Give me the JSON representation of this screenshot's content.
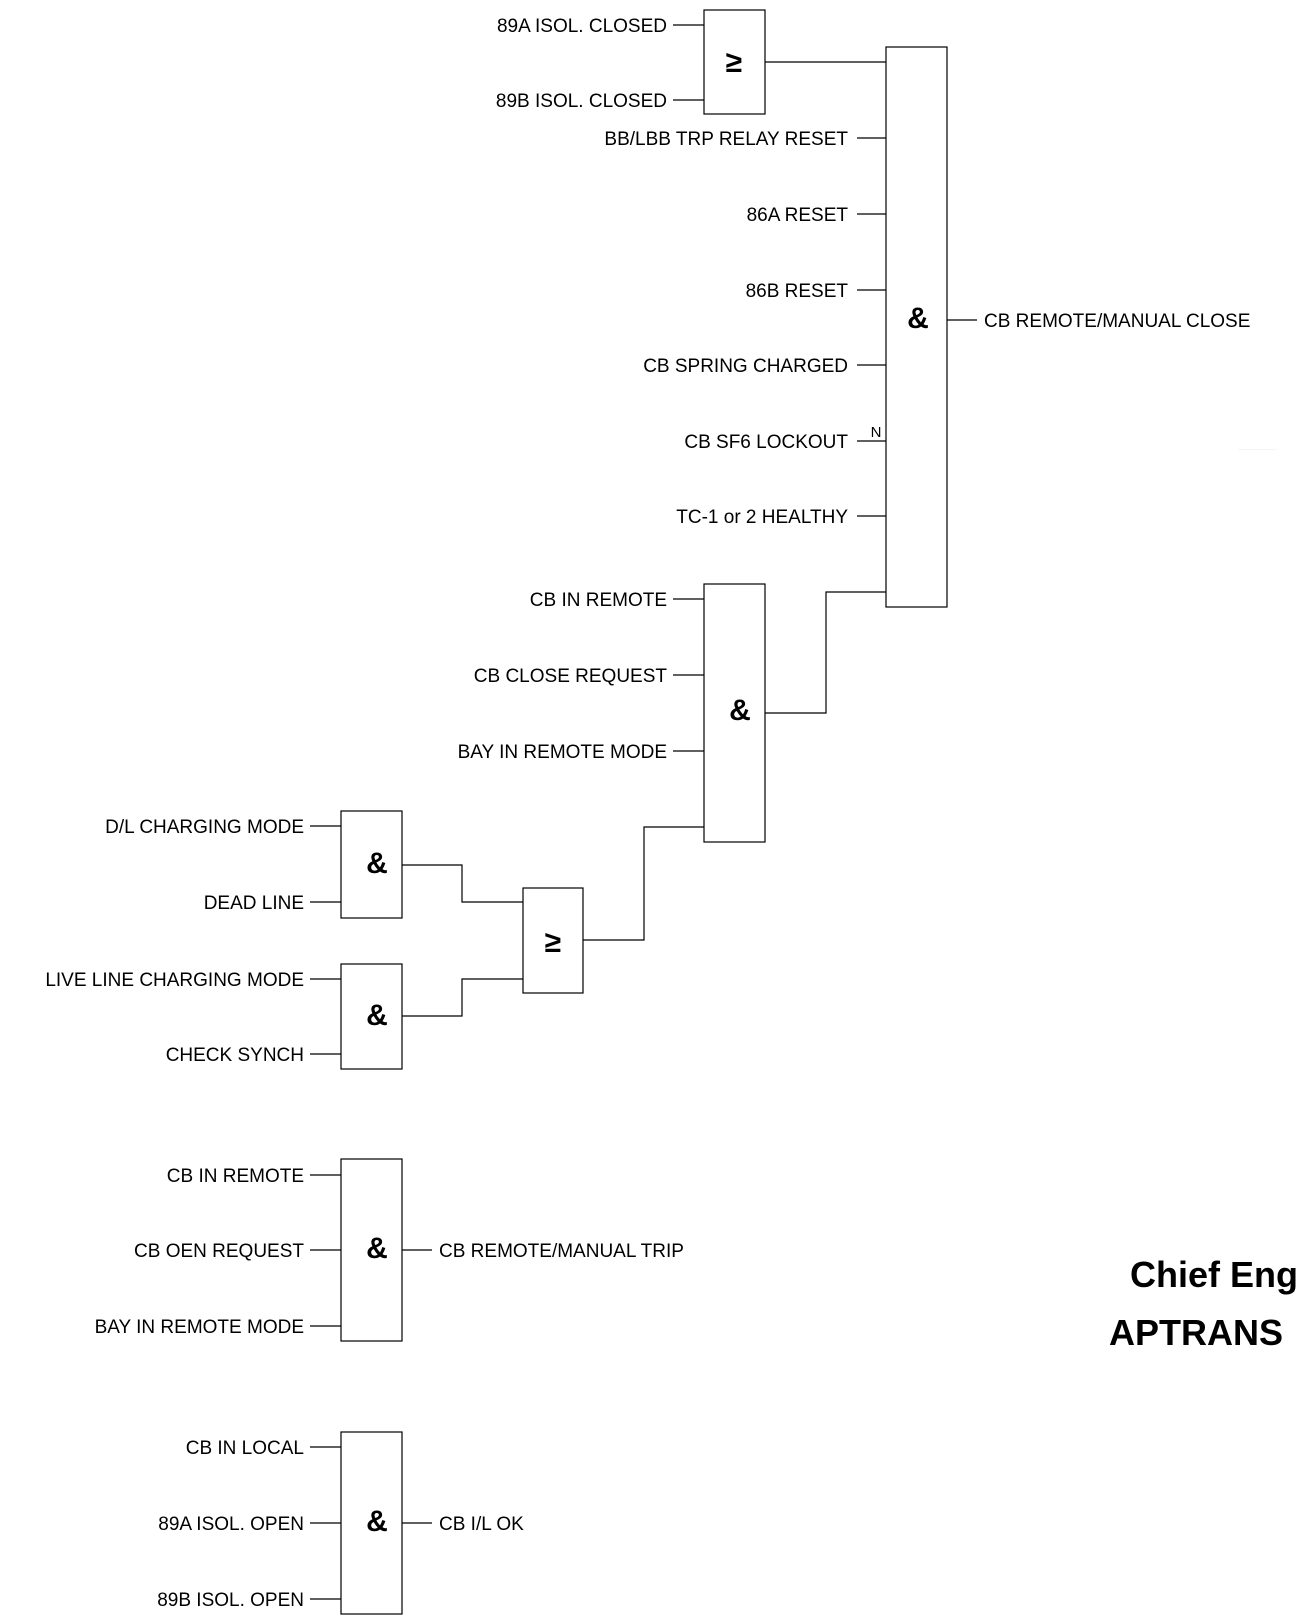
{
  "and_symbol": "&",
  "or_symbol": "≥",
  "negation_marker": "N",
  "close_logic": {
    "or_inputs": [
      "89A ISOL. CLOSED",
      "89B ISOL. CLOSED"
    ],
    "and_inputs": [
      "BB/LBB TRP RELAY RESET",
      "86A RESET",
      "86B RESET",
      "CB SPRING CHARGED",
      "CB SF6 LOCKOUT",
      "TC-1 or 2 HEALTHY"
    ],
    "output": "CB REMOTE/MANUAL CLOSE"
  },
  "remote_logic": {
    "inputs": [
      "CB IN REMOTE",
      "CB CLOSE REQUEST",
      "BAY IN REMOTE MODE"
    ]
  },
  "charging_logic": {
    "dead_line_inputs": [
      "D/L CHARGING MODE",
      "DEAD LINE"
    ],
    "live_line_inputs": [
      "LIVE LINE CHARGING MODE",
      "CHECK SYNCH"
    ]
  },
  "trip_logic": {
    "inputs": [
      "CB IN REMOTE",
      "CB OEN REQUEST",
      "BAY IN REMOTE MODE"
    ],
    "output": "CB REMOTE/MANUAL TRIP"
  },
  "interlock_logic": {
    "inputs": [
      "CB IN LOCAL",
      "89A ISOL. OPEN",
      "89B ISOL. OPEN"
    ],
    "output": "CB I/L OK"
  },
  "stamp": {
    "line1": "Chief Eng",
    "line2": "APTRANS"
  }
}
